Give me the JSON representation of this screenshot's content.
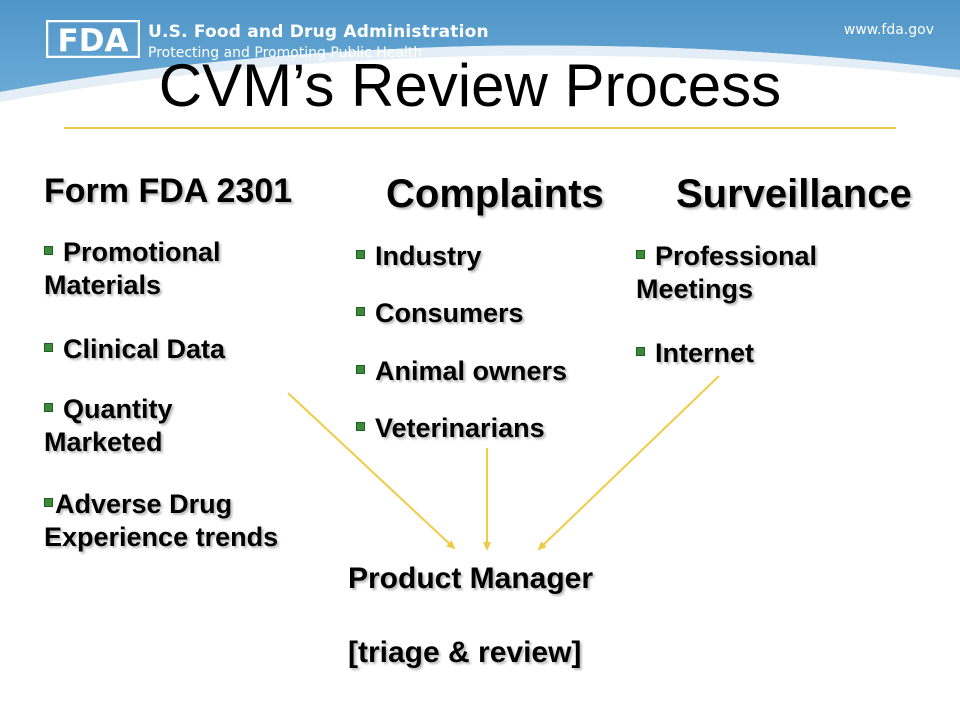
{
  "header": {
    "logo_text": "FDA",
    "agency_name": "U.S. Food and Drug Administration",
    "agency_tagline": "Protecting and Promoting Public Health",
    "website": "www.fda.gov",
    "band_color": "#5b9fcf"
  },
  "slide": {
    "title": "CVM’s Review Process",
    "rule_color": "#f0cc46",
    "arrow_color": "#f0cc46",
    "bullet_color": "#3a8a3a"
  },
  "columns": [
    {
      "heading": "Form FDA 2301",
      "items": [
        "Promotional Materials",
        "Clinical Data",
        "Quantity Marketed",
        "Adverse Drug Experience trends"
      ]
    },
    {
      "heading": "Complaints",
      "items": [
        "Industry",
        "Consumers",
        "Animal owners",
        "Veterinarians"
      ]
    },
    {
      "heading": "Surveillance",
      "items": [
        "Professional Meetings",
        "Internet"
      ]
    }
  ],
  "destination": {
    "line1": "Product Manager",
    "line2": "[triage & review]"
  }
}
